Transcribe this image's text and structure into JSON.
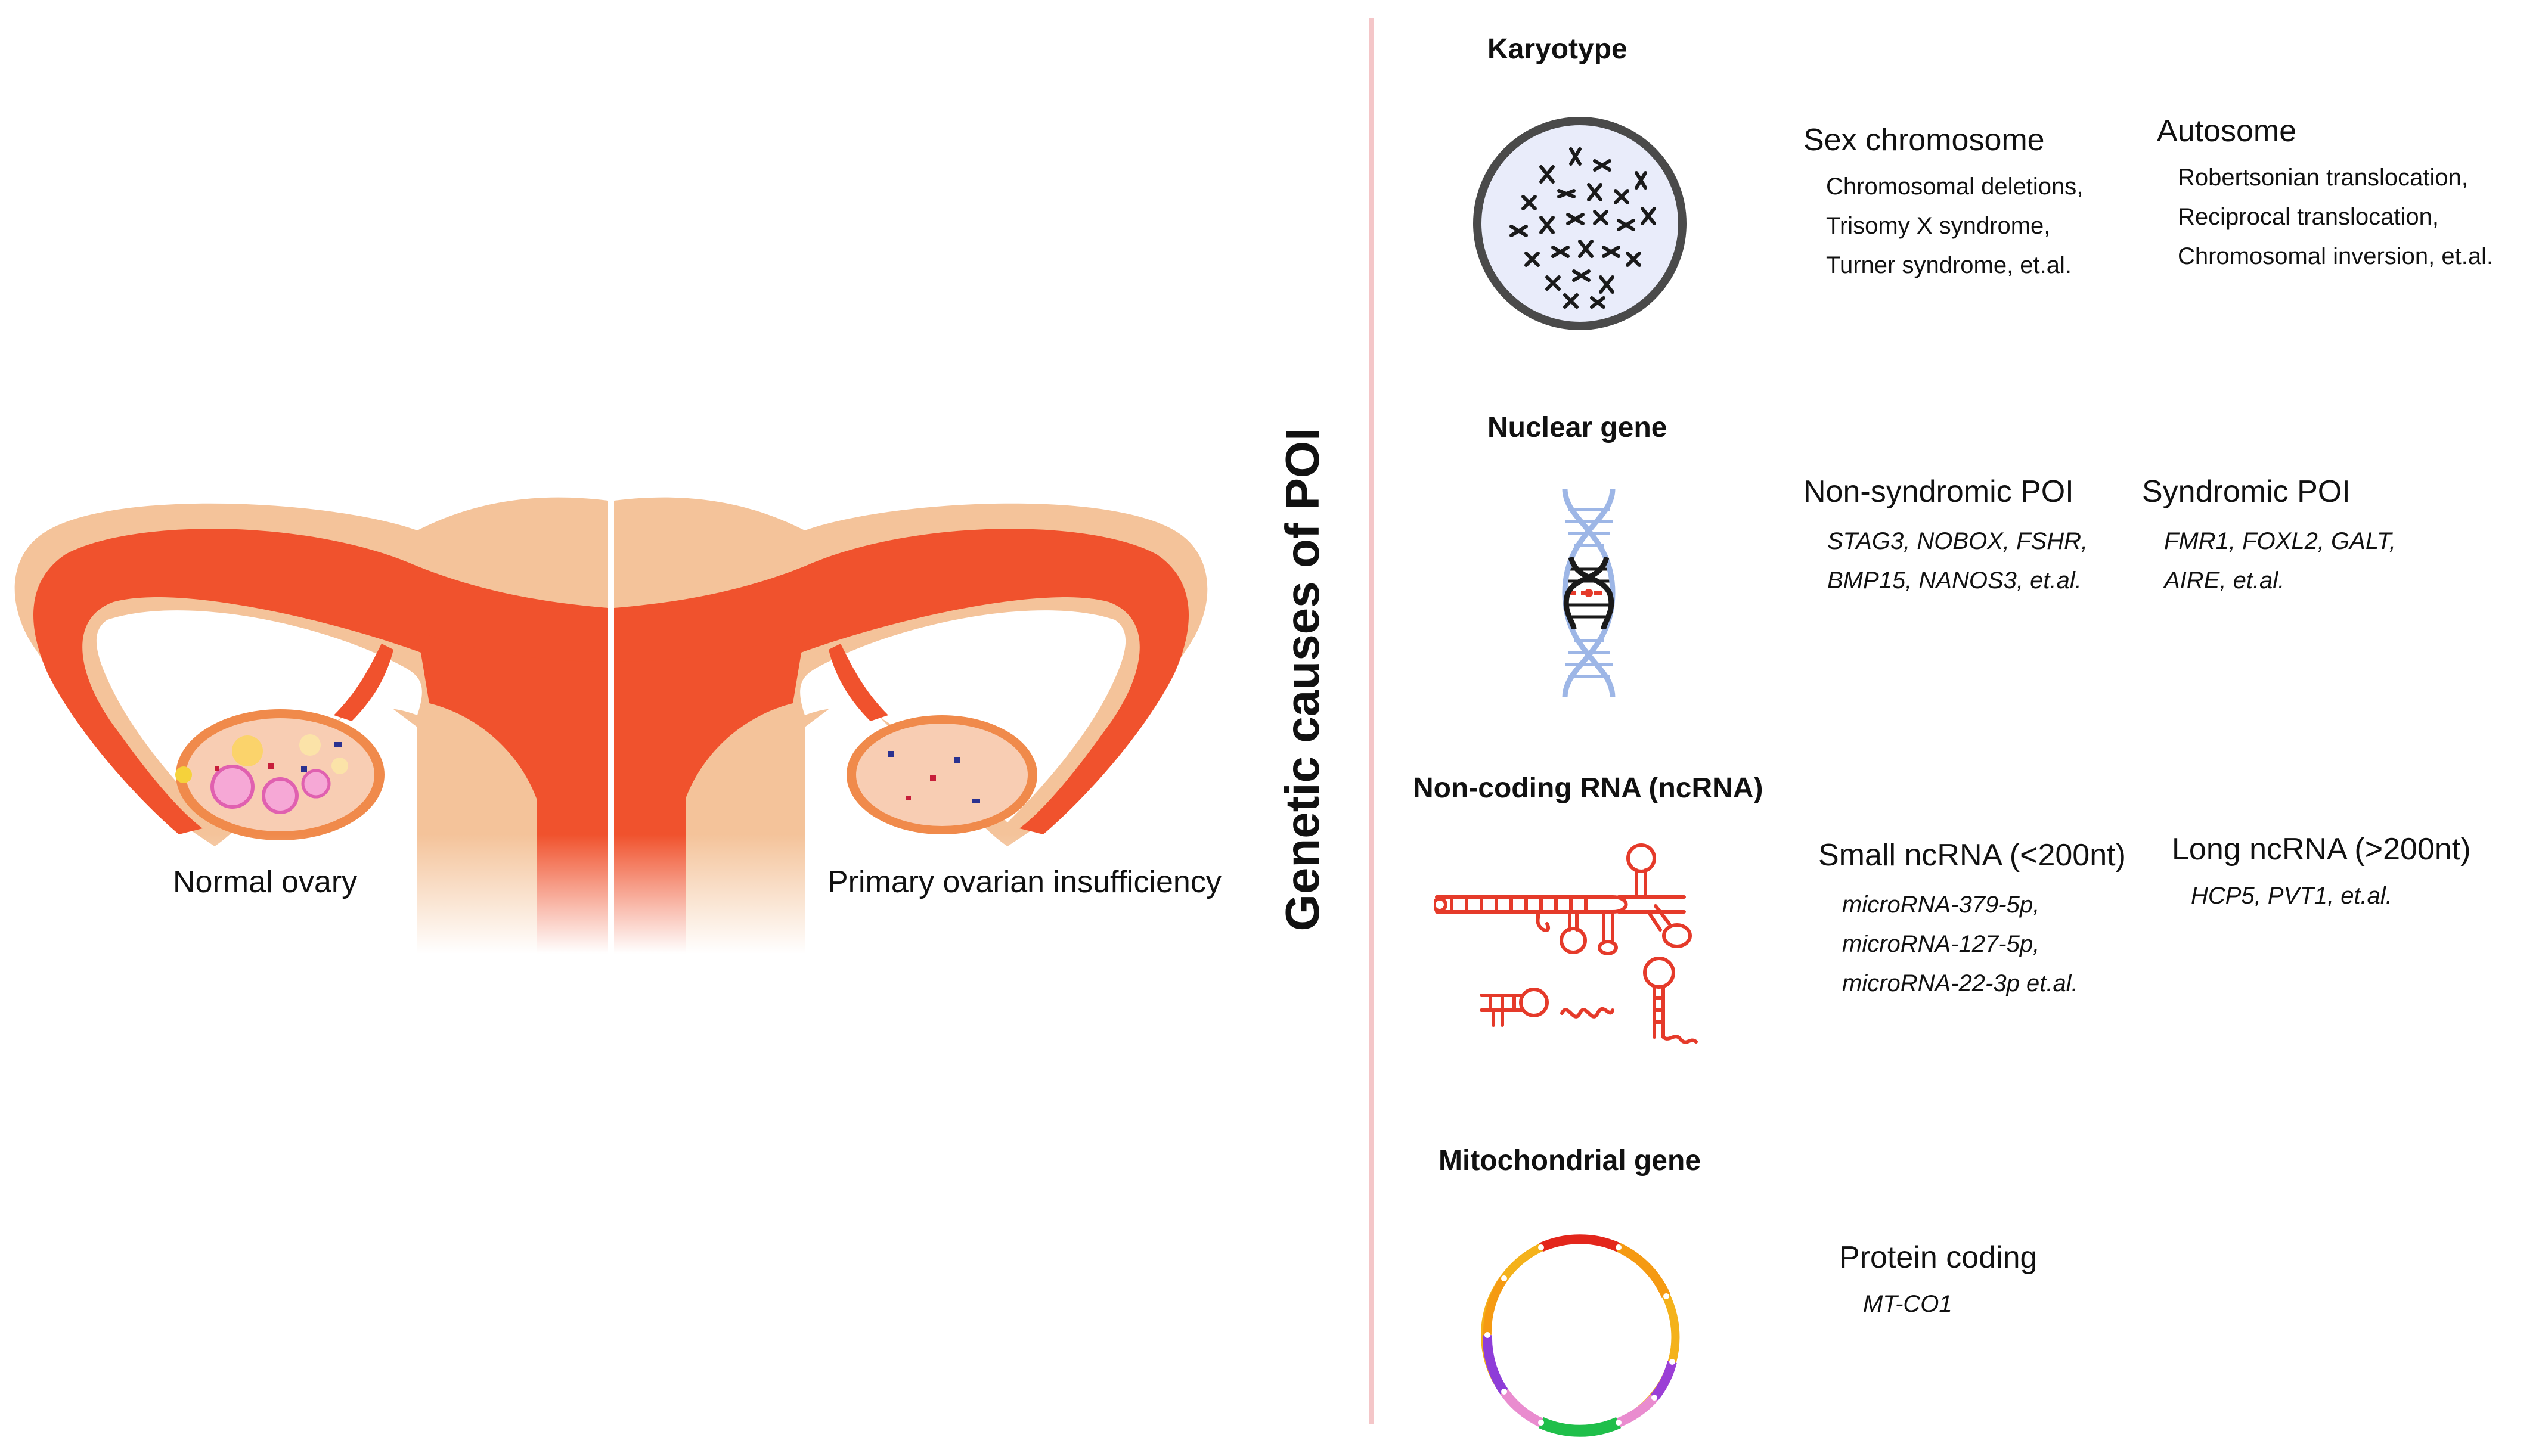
{
  "title": "Genetic causes of POI",
  "colors": {
    "divider": "#f4c6c8",
    "uterus_outer": "#f4c39a",
    "uterus_red": "#f0522d",
    "ncrna_red": "#e53a2a",
    "dna_blue": "#9db6e6"
  },
  "left": {
    "normal_caption": "Normal ovary",
    "poi_caption": "Primary ovarian insufficiency"
  },
  "sections": {
    "karyotype": {
      "heading": "Karyotype",
      "icon": "chromosome-spread-icon",
      "sex": {
        "title": "Sex chromosome",
        "items": [
          "Chromosomal deletions,",
          "Trisomy X syndrome,",
          "Turner syndrome, et.al."
        ]
      },
      "auto": {
        "title": "Autosome",
        "items": [
          "Robertsonian translocation,",
          "Reciprocal translocation,",
          "Chromosomal inversion, et.al."
        ]
      }
    },
    "nuclear": {
      "heading": "Nuclear gene",
      "icon": "dna-helix-icon",
      "nonsyn": {
        "title": "Non-syndromic POI",
        "items": [
          "STAG3, NOBOX, FSHR,",
          "BMP15, NANOS3, et.al."
        ]
      },
      "syn": {
        "title": "Syndromic POI",
        "items": [
          "FMR1, FOXL2, GALT,",
          "AIRE, et.al."
        ]
      }
    },
    "ncrna": {
      "heading": "Non-coding RNA (ncRNA)",
      "icon": "rna-hairpin-icon",
      "small": {
        "title": "Small ncRNA (<200nt)",
        "items": [
          "microRNA-379-5p,",
          "microRNA-127-5p,",
          "microRNA-22-3p et.al."
        ]
      },
      "long": {
        "title": "Long ncRNA (>200nt)",
        "items": [
          "HCP5, PVT1, et.al."
        ]
      }
    },
    "mito": {
      "heading": "Mitochondrial gene",
      "icon": "mitochondrial-dna-ring-icon",
      "protein": {
        "title": "Protein coding",
        "items": [
          "MT-CO1"
        ]
      }
    }
  }
}
